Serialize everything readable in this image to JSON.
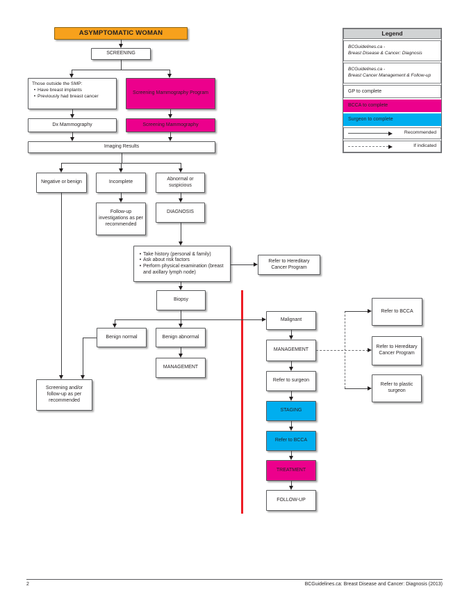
{
  "colors": {
    "orange": "#F7A11C",
    "magenta": "#EC008C",
    "blue": "#00AEEF",
    "divider_red": "#ED1C24",
    "legend_header_bg": "#D1D3D4"
  },
  "nodes": {
    "asymptomatic": {
      "label": "ASYMPTOMATIC WOMAN"
    },
    "screening": {
      "label": "SCREENING"
    },
    "outside_smp": {
      "title": "Those outside the SMP:",
      "bullets": [
        "Have breast implants",
        "Previously had breast cancer"
      ]
    },
    "smp": {
      "label": "Screening Mammography Program"
    },
    "dx_mammography": {
      "label": "Dx Mammography"
    },
    "screening_mammography": {
      "label": "Screening Mammography"
    },
    "imaging_results": {
      "label": "Imaging Results"
    },
    "negative_benign": {
      "label": "Negative or benign"
    },
    "incomplete": {
      "label": "Incomplete"
    },
    "abnormal_suspicious": {
      "label": "Abnormal or suspicious"
    },
    "followup_investigations": {
      "label": "Follow-up investigations as per recommended"
    },
    "diagnosis": {
      "label": "DIAGNOSIS"
    },
    "history_exam": {
      "bullets": [
        "Take history (personal & family)",
        "Ask about risk factors",
        "Perform physical examination (breast and axillary lymph node)"
      ]
    },
    "refer_hereditary_1": {
      "label": "Refer to Hereditary Cancer Program"
    },
    "biopsy": {
      "label": "Biopsy"
    },
    "benign_normal": {
      "label": "Benign normal"
    },
    "benign_abnormal": {
      "label": "Benign abnormal"
    },
    "management_benign": {
      "label": "MANAGEMENT"
    },
    "screening_followup": {
      "label": "Screening and/or follow-up as per recommended"
    },
    "malignant": {
      "label": "Malignant"
    },
    "management_malignant": {
      "label": "MANAGEMENT"
    },
    "refer_surgeon": {
      "label": "Refer to surgeon"
    },
    "staging": {
      "label": "STAGING"
    },
    "refer_bcca_surgeon": {
      "label": "Refer to BCCA"
    },
    "treatment": {
      "label": "TREATMENT"
    },
    "follow_up": {
      "label": "FOLLOW-UP"
    },
    "refer_bcca_right": {
      "label": "Refer to BCCA"
    },
    "refer_hereditary_2": {
      "label": "Refer to Hereditary Cancer Program"
    },
    "refer_plastic": {
      "label": "Refer to plastic surgeon"
    }
  },
  "legend": {
    "title": "Legend",
    "ref1_line1": "BCGuidelines.ca -",
    "ref1_line2": "Breast Disease & Cancer: Diagnosis",
    "ref2_line1": "BCGuidelines.ca -",
    "ref2_line2": "Breast Cancer Management & Follow-up",
    "gp": "GP to complete",
    "bcca": "BCCA to complete",
    "surgeon": "Surgeon to complete",
    "recommended": "Recommended",
    "if_indicated": "If indicated"
  },
  "footer": {
    "page_number": "2",
    "citation": "BCGuidelines.ca: Breast Disease and Cancer: Diagnosis (2013)"
  }
}
